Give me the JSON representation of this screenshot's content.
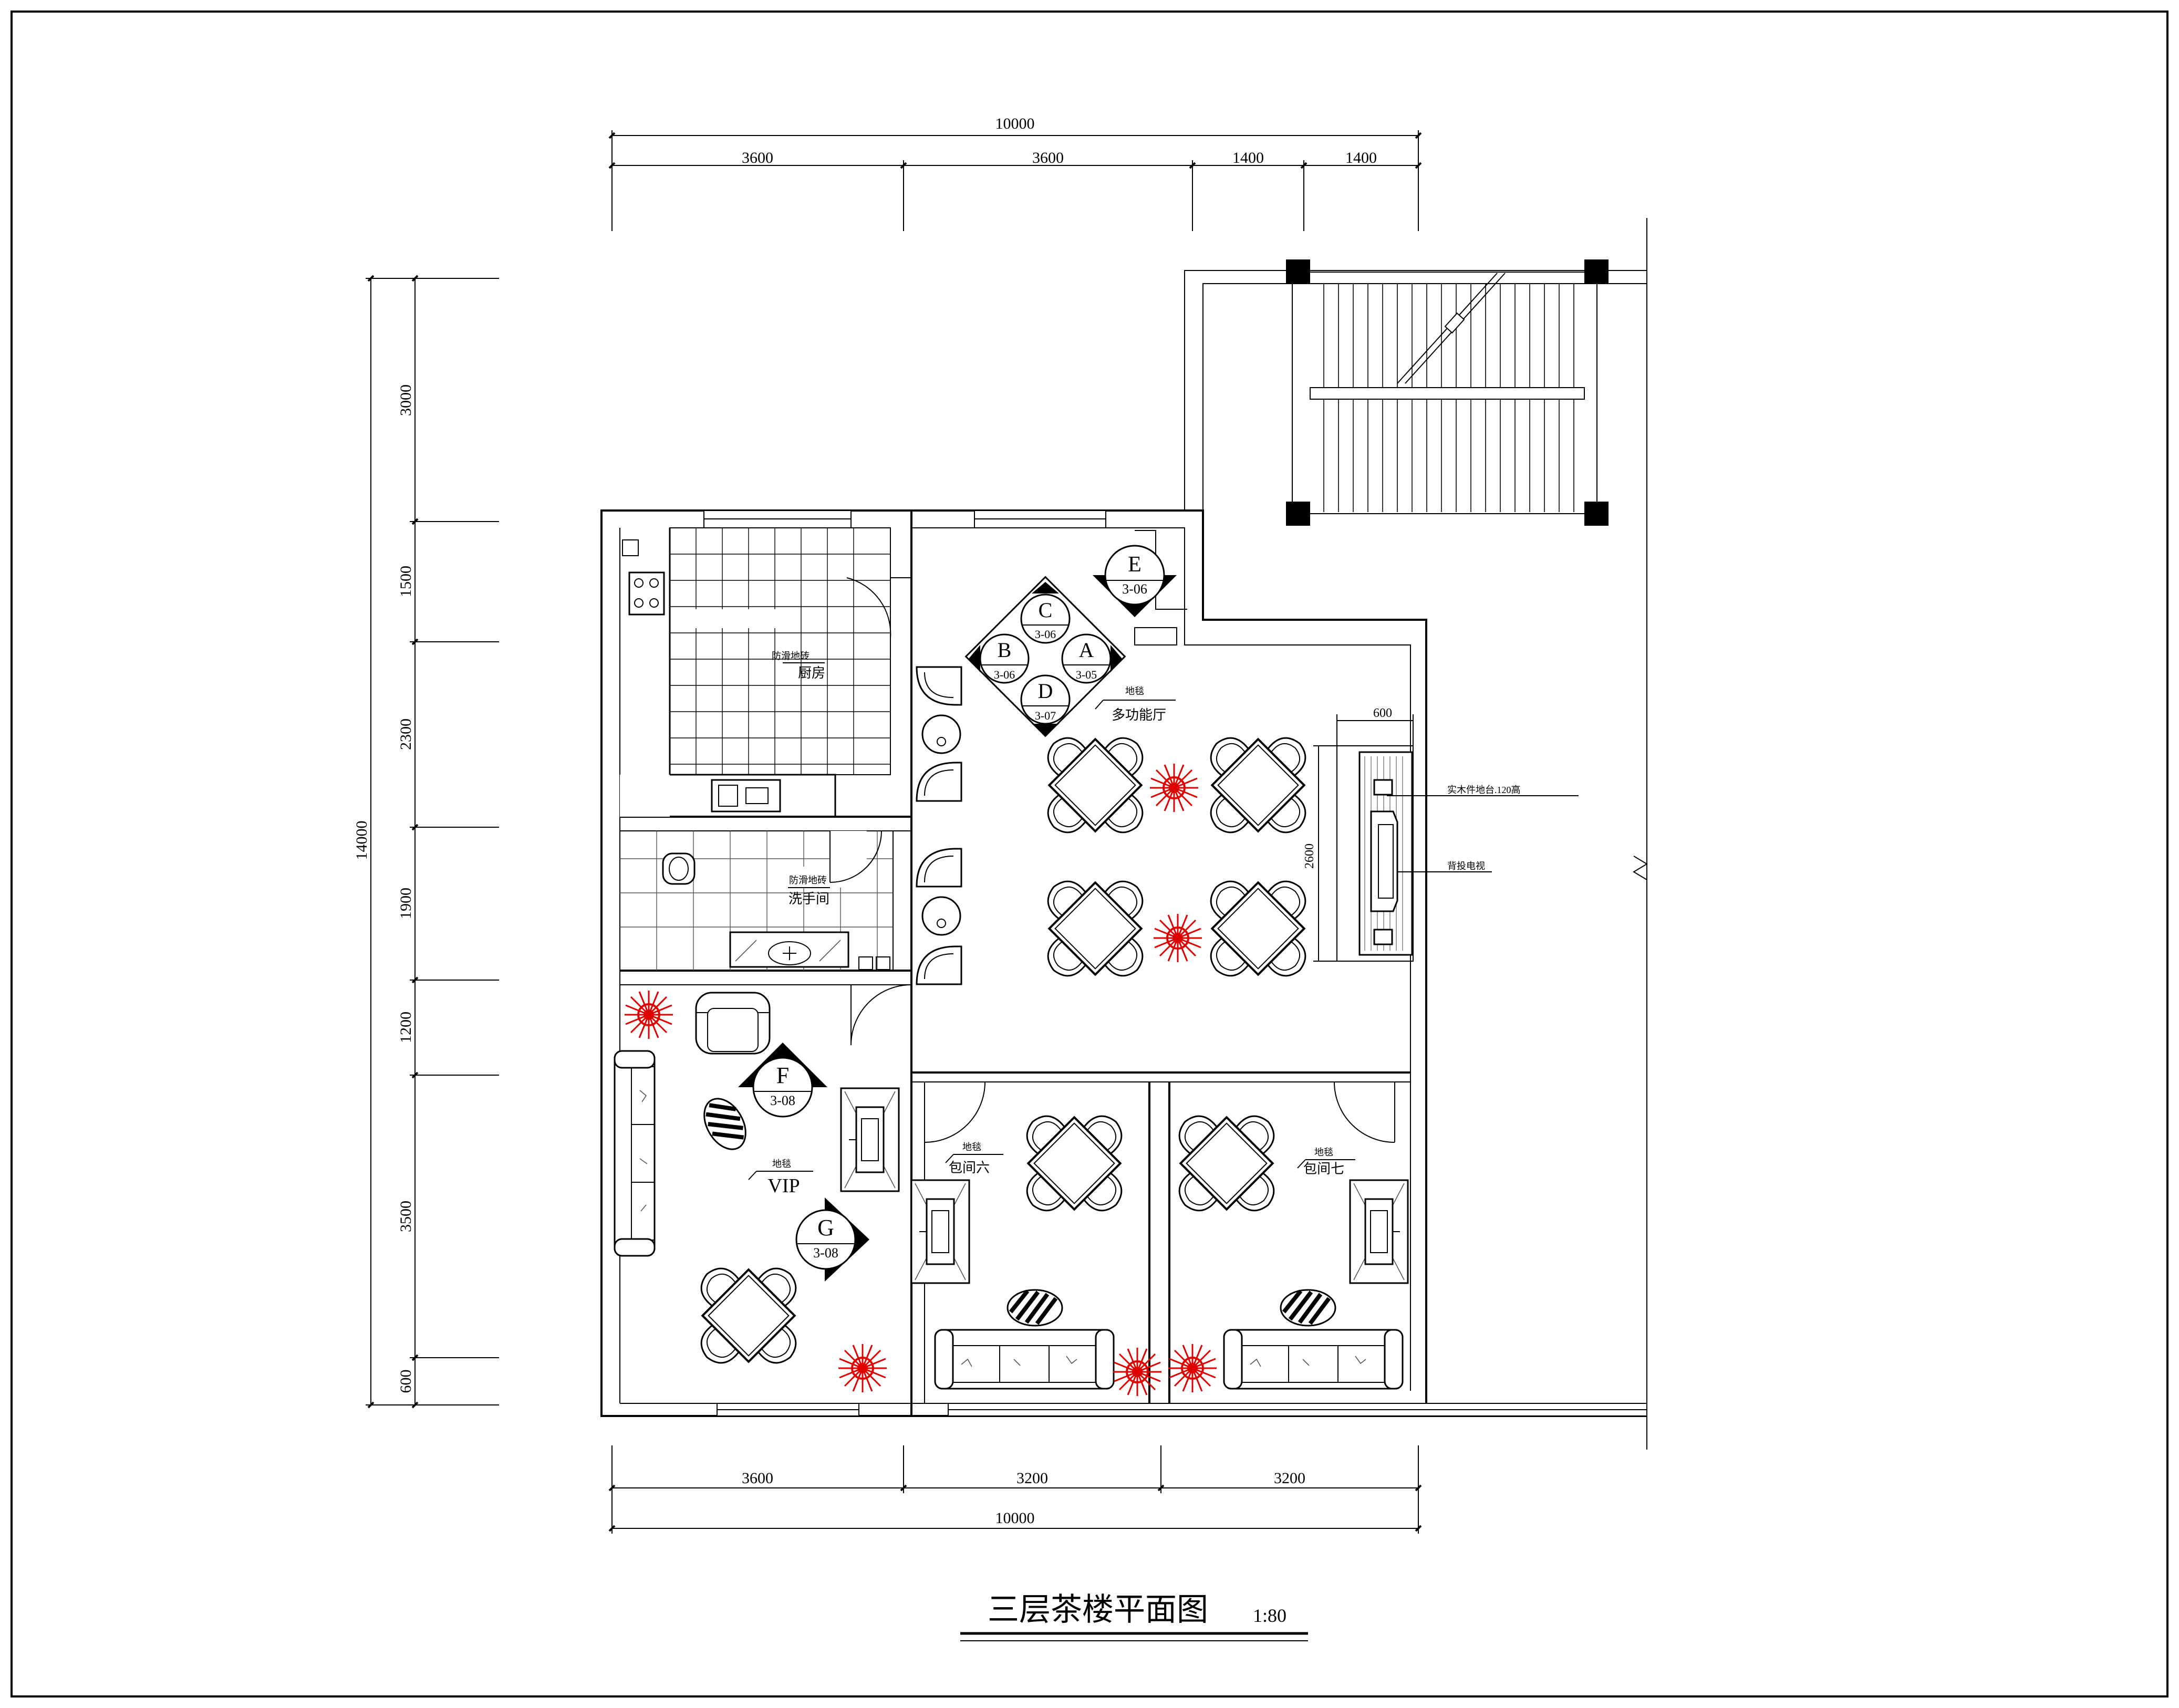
{
  "drawing": {
    "title": "三层茶楼平面图",
    "scale": "1:80"
  },
  "dimensions": {
    "top_total": "10000",
    "top_segments": [
      "3600",
      "3600",
      "1400",
      "1400"
    ],
    "bottom_total": "10000",
    "bottom_segments": [
      "3600",
      "3200",
      "3200"
    ],
    "left_total": "14000",
    "left_segments": [
      "3000",
      "1500",
      "2300",
      "1900",
      "1200",
      "3500",
      "600"
    ],
    "stage_width": "600",
    "stage_length": "2600"
  },
  "rooms": {
    "kitchen": {
      "name": "厨房",
      "note": "防滑地砖"
    },
    "washroom": {
      "name": "洗手间",
      "note": "防滑地砖"
    },
    "hall": {
      "name": "多功能厅",
      "note": "地毯"
    },
    "vip": {
      "name": "VIP",
      "note": "地毯"
    },
    "room6": {
      "name": "包间六",
      "note": "地毯"
    },
    "room7": {
      "name": "包间七",
      "note": "地毯"
    }
  },
  "annotations": {
    "stage": "实木件地台.120高",
    "tv": "背投电视"
  },
  "markers": [
    {
      "letter": "C",
      "ref": "3-06"
    },
    {
      "letter": "B",
      "ref": "3-06"
    },
    {
      "letter": "A",
      "ref": "3-05"
    },
    {
      "letter": "D",
      "ref": "3-07"
    },
    {
      "letter": "E",
      "ref": "3-06"
    },
    {
      "letter": "F",
      "ref": "3-08"
    },
    {
      "letter": "G",
      "ref": "3-08"
    }
  ]
}
